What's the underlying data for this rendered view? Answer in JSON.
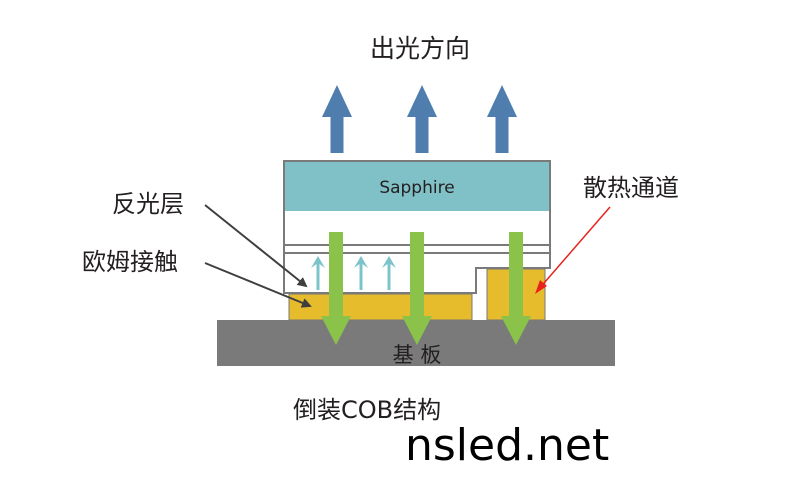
{
  "diagram": {
    "title": "出光方向",
    "caption": "倒装COB结构",
    "watermark": "nsled.net",
    "layers": {
      "sapphire": "Sapphire",
      "substrate": "基 板"
    },
    "callouts": {
      "reflective_layer": "反光层",
      "ohmic_contact": "欧姆接触",
      "heat_channel": "散热通道"
    },
    "colors": {
      "light_arrow": "#4f7eae",
      "sapphire": "#7fc1c6",
      "heat_arrow": "#8bc34a",
      "contact_pad": "#e6bb2c",
      "substrate": "#7a7a7a",
      "reflect_arrow": "#7cc4cc",
      "outline": "#7a7a7a",
      "callout_dark": "#3f3f3f",
      "callout_red": "#e8231c"
    }
  }
}
